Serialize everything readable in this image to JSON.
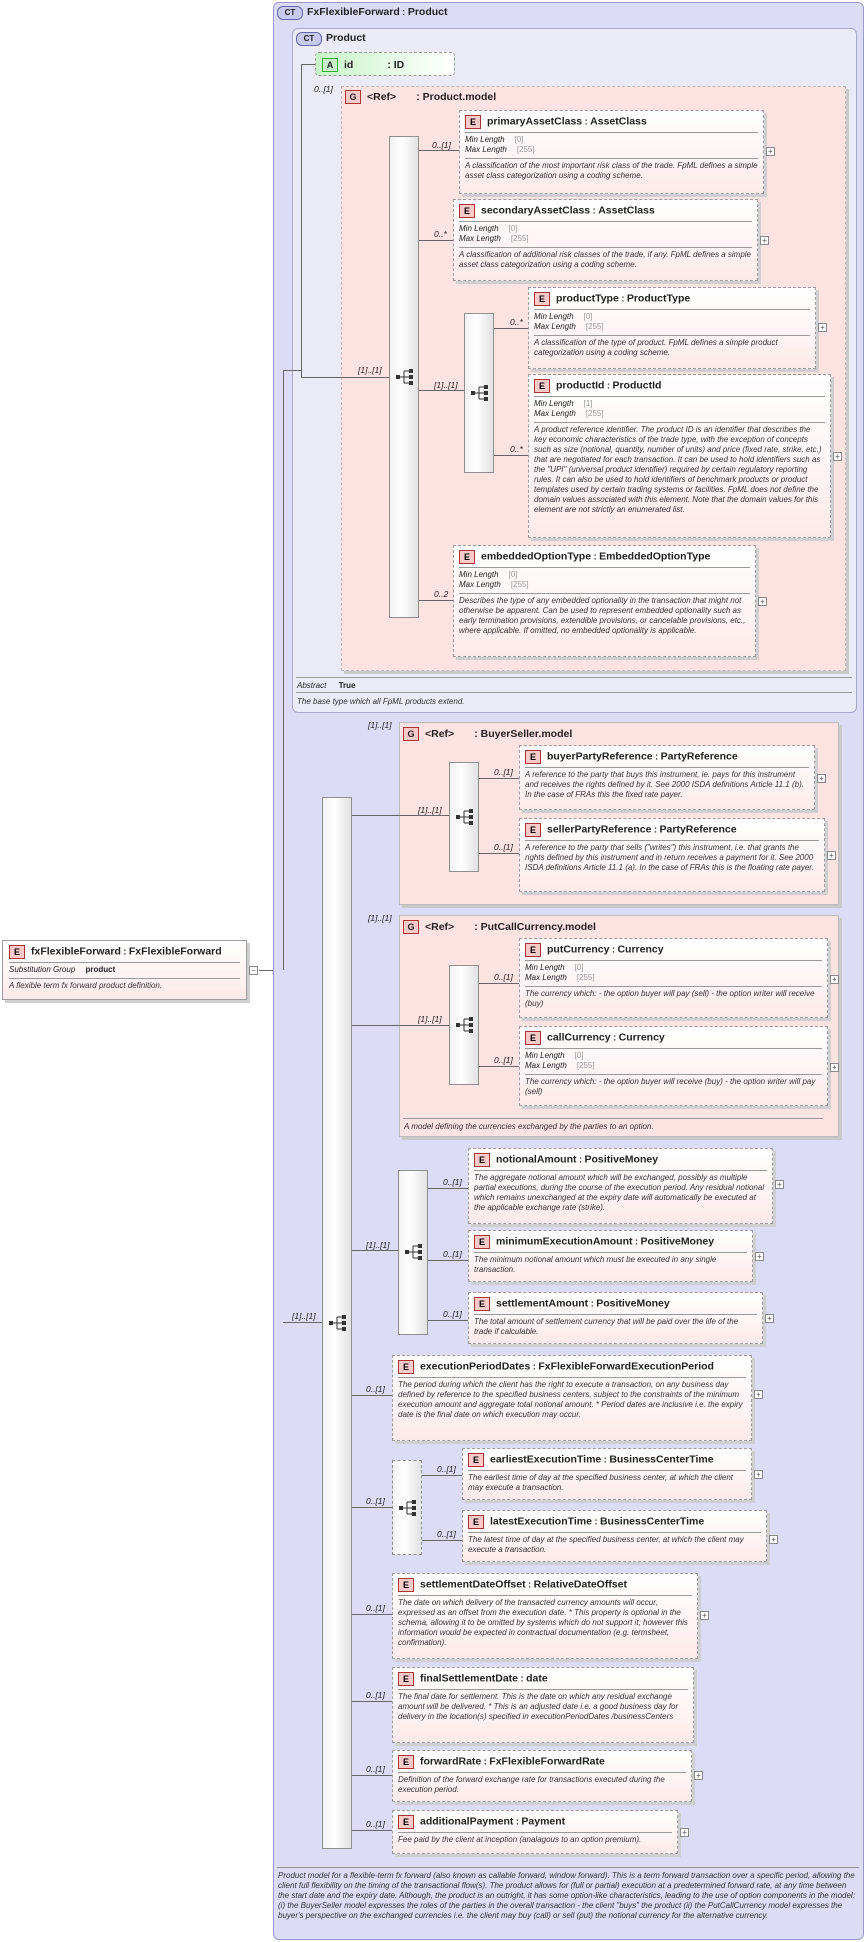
{
  "root": {
    "badge": "E",
    "name": "fxFlexibleForward",
    "type": "FxFlexibleForward",
    "sub_group_label": "Substitution Group",
    "sub_group_value": "product",
    "description": "A flexible term fx forward product definition.",
    "toggle": "−"
  },
  "complex_type": {
    "badge": "CT",
    "title_name": "FxFlexibleForward",
    "title_type": "Product",
    "description": "Product model for a flexible-term fx forward (also known as callable forward, window forward). This is a term forward transaction over a specific period, allowing the client full flexibility on the timing of the transactional flow(s). The product allows for (full or partial) execution at a predetermined forward rate, at any time between the start date and the expiry date. Although, the product is an outright, it has some option-like characteristics, leading to the use of option components in the model: (i) the BuyerSeller model expresses the roles of the parties in the overall transaction - the client \"buys\" the product (ii) the PutCallCurrency model expresses the buyer's perspective on the exchanged currencies i.e. the client may buy (call) or sell (put) the notional currency for the alternative currency."
  },
  "product": {
    "badge": "CT",
    "name": "Product",
    "attr_badge": "A",
    "attr_name": "id",
    "attr_type": "ID",
    "abstract_label": "Abstract",
    "abstract_value": "True",
    "description": "The base type which all FpML products extend.",
    "model_badge": "G",
    "model_ref": "<Ref>",
    "model_name": "Product.model",
    "model_mult": "0..[1]",
    "seq_mult": "[1]..[1]",
    "inner_seq_mult": "[1]..[1]"
  },
  "facet_labels": {
    "min": "Min Length",
    "max": "Max Length"
  },
  "elements": {
    "primaryAssetClass": {
      "badge": "E",
      "name": "primaryAssetClass",
      "type": "AssetClass",
      "mult": "0..[1]",
      "min": "[0]",
      "max": "[255]",
      "desc": "A classification of the most important risk class of the trade. FpML defines a simple asset class categorization using a coding scheme."
    },
    "secondaryAssetClass": {
      "badge": "E",
      "name": "secondaryAssetClass",
      "type": "AssetClass",
      "mult": "0..*",
      "min": "[0]",
      "max": "[255]",
      "desc": "A classification of additional risk classes of the trade, if any. FpML defines a simple asset class categorization using a coding scheme."
    },
    "productType": {
      "badge": "E",
      "name": "productType",
      "type": "ProductType",
      "mult": "0..*",
      "min": "[0]",
      "max": "[255]",
      "desc": "A classification of the type of product. FpML defines a simple product categorization using a coding scheme."
    },
    "productId": {
      "badge": "E",
      "name": "productId",
      "type": "ProductId",
      "mult": "0..*",
      "min": "[1]",
      "max": "[255]",
      "desc": "A product reference identifier. The product ID is an identifier that describes the key economic characteristics of the trade type, with the exception of concepts such as size (notional, quantity, number of units) and price (fixed rate, strike, etc.) that are negotiated for each transaction. It can be used to hold identifiers such as the \"UPI\" (universal product identifier) required by certain regulatory reporting rules. It can also be used to hold identifiers of benchmark products or product templates used by certain trading systems or facilities. FpML does not define the domain values associated with this element. Note that the domain values for this element are not strictly an enumerated list."
    },
    "embeddedOptionType": {
      "badge": "E",
      "name": "embeddedOptionType",
      "type": "EmbeddedOptionType",
      "mult": "0..2",
      "min": "[0]",
      "max": "[255]",
      "desc": "Describes the type of any embedded optionality in the transaction that might not otherwise be apparent. Can be used to represent embedded optionality such as early termination provisions, extendible provisions, or cancelable provisions, etc., where applicable. If omitted, no embedded optionality is applicable."
    },
    "buyerPartyReference": {
      "badge": "E",
      "name": "buyerPartyReference",
      "type": "PartyReference",
      "mult": "0..[1]",
      "desc": "A reference to the party that buys this instrument, ie. pays for this instrument and receives the rights defined by it. See 2000 ISDA definitions Article 11.1 (b). In the case of FRAs this the fixed rate payer."
    },
    "sellerPartyReference": {
      "badge": "E",
      "name": "sellerPartyReference",
      "type": "PartyReference",
      "mult": "0..[1]",
      "desc": "A reference to the party that sells (\"writes\") this instrument, i.e. that grants the rights defined by this instrument and in return receives a payment for it. See 2000 ISDA definitions Article 11.1 (a). In the case of FRAs this is the floating rate payer."
    },
    "putCurrency": {
      "badge": "E",
      "name": "putCurrency",
      "type": "Currency",
      "mult": "0..[1]",
      "min": "[0]",
      "max": "[255]",
      "desc": "The currency which: - the option buyer will pay (sell) - the option writer will receive (buy)"
    },
    "callCurrency": {
      "badge": "E",
      "name": "callCurrency",
      "type": "Currency",
      "mult": "0..[1]",
      "min": "[0]",
      "max": "[255]",
      "desc": "The currency which: - the option buyer will receive (buy) - the option writer will pay (sell)"
    },
    "notionalAmount": {
      "badge": "E",
      "name": "notionalAmount",
      "type": "PositiveMoney",
      "mult": "0..[1]",
      "desc": "The aggregate notional amount which will be exchanged, possibly as multiple partial executions, during the course of the execution period. Any residual notional which remains unexchanged at the expiry date will automatically be executed at the applicable exchange rate (strike)."
    },
    "minimumExecutionAmount": {
      "badge": "E",
      "name": "minimumExecutionAmount",
      "type": "PositiveMoney",
      "mult": "0..[1]",
      "desc": "The minimum notional amount which must be executed in any single transaction."
    },
    "settlementAmount": {
      "badge": "E",
      "name": "settlementAmount",
      "type": "PositiveMoney",
      "mult": "0..[1]",
      "desc": "The total amount of settlement currency that will be paid over the life of the trade if calculable."
    },
    "executionPeriodDates": {
      "badge": "E",
      "name": "executionPeriodDates",
      "type": "FxFlexibleForwardExecutionPeriod",
      "mult": "0..[1]",
      "desc": "The period during which the client has the right to execute a transaction, on any business day defined by reference to the specified business centers, subject to the constraints of the minimum execution amount and aggregate total notional amount. * Period dates are inclusive i.e. the expiry date is the final date on which execution may occur."
    },
    "earliestExecutionTime": {
      "badge": "E",
      "name": "earliestExecutionTime",
      "type": "BusinessCenterTime",
      "mult": "0..[1]",
      "desc": "The earliest time of day at the specified business center, at which the client may execute a transaction."
    },
    "latestExecutionTime": {
      "badge": "E",
      "name": "latestExecutionTime",
      "type": "BusinessCenterTime",
      "mult": "0..[1]",
      "desc": "The latest time of day at the specified business center, at which the client may execute a transaction."
    },
    "settlementDateOffset": {
      "badge": "E",
      "name": "settlementDateOffset",
      "type": "RelativeDateOffset",
      "mult": "0..[1]",
      "desc": "The date on which delivery of the transacted currency amounts will occur, expressed as an offset from the execution date. * This property is optional in the schema, allowing it to be omitted by systems which do not support it; however this information would be expected in contractual documentation (e.g. termsheet, confirmation)."
    },
    "finalSettlementDate": {
      "badge": "E",
      "name": "finalSettlementDate",
      "type": "date",
      "mult": "0..[1]",
      "desc": "The final date for settlement. This is the date on which any residual exchange amount will be delivered. * This is an adjusted date i.e. a good business day for delivery in the location(s) specified in executionPeriodDates /businessCenters"
    },
    "forwardRate": {
      "badge": "E",
      "name": "forwardRate",
      "type": "FxFlexibleForwardRate",
      "mult": "0..[1]",
      "desc": "Definition of the forward exchange rate for transactions executed during the execution period."
    },
    "additionalPayment": {
      "badge": "E",
      "name": "additionalPayment",
      "type": "Payment",
      "mult": "0..[1]",
      "desc": "Fee paid by the client at inception (analagous to an option premium)."
    }
  },
  "buyer_seller": {
    "badge": "G",
    "ref": "<Ref>",
    "name": "BuyerSeller.model",
    "mult": "[1]..[1]",
    "seq_mult": "[1]..[1]"
  },
  "put_call": {
    "badge": "G",
    "ref": "<Ref>",
    "name": "PutCallCurrency.model",
    "mult": "[1]..[1]",
    "seq_mult": "[1]..[1]",
    "desc": "A model defining the currencies exchanged by the parties to an option."
  },
  "main_seq_mult": "[1]..[1]",
  "amount_seq_mult": "[1]..[1]",
  "time_seq_mult": "0..[1]",
  "sep": ":",
  "plus": "+"
}
